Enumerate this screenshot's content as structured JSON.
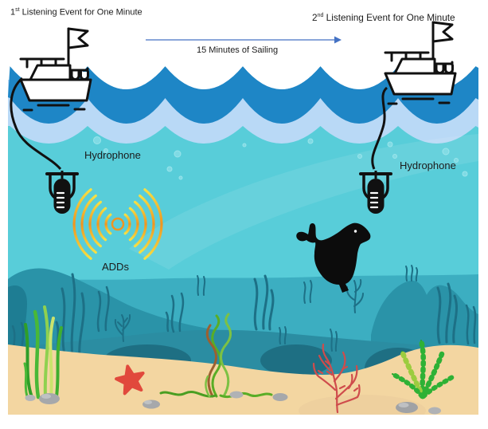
{
  "figure": {
    "event1": {
      "num": "1",
      "ord": "st",
      "rest": " Listening Event for One Minute"
    },
    "event2": {
      "num": "2",
      "ord": "nd",
      "rest": " Listening Event for One Minute"
    },
    "sailing_label": "15 Minutes of Sailing",
    "hydrophone_left_label": "Hydrophone",
    "hydrophone_right_label": "Hydrophone",
    "adds_label": "ADDs"
  },
  "icons": [
    "boat-icon",
    "hydrophone-icon",
    "add-sound-waves-icon",
    "seal-icon",
    "starfish-icon",
    "sailing-arrow"
  ],
  "colors": {
    "arrow": "#4472c4",
    "wave_dark": "#1e86c6",
    "wave_light": "#b9d9f6",
    "water": "#58cdd9",
    "water_band": "#3caec1",
    "hill": "#2a93a8",
    "hill_dark": "#1e7d93",
    "seabed_band": "#2b8da2",
    "mound": "#1e6f83",
    "silhouette": "#1d7086",
    "sand": "#f3d6a1",
    "sand_shade": "#ecce9d",
    "add_orange": "#ef9420",
    "add_yellow": "#f6e044",
    "starfish": "#e1493c",
    "coral_red": "#cf4c4c",
    "plant_green": "#2eb135",
    "plant_yellow_green": "#9ccc3f",
    "ink": "#111111",
    "text": "#1b1b1b"
  }
}
